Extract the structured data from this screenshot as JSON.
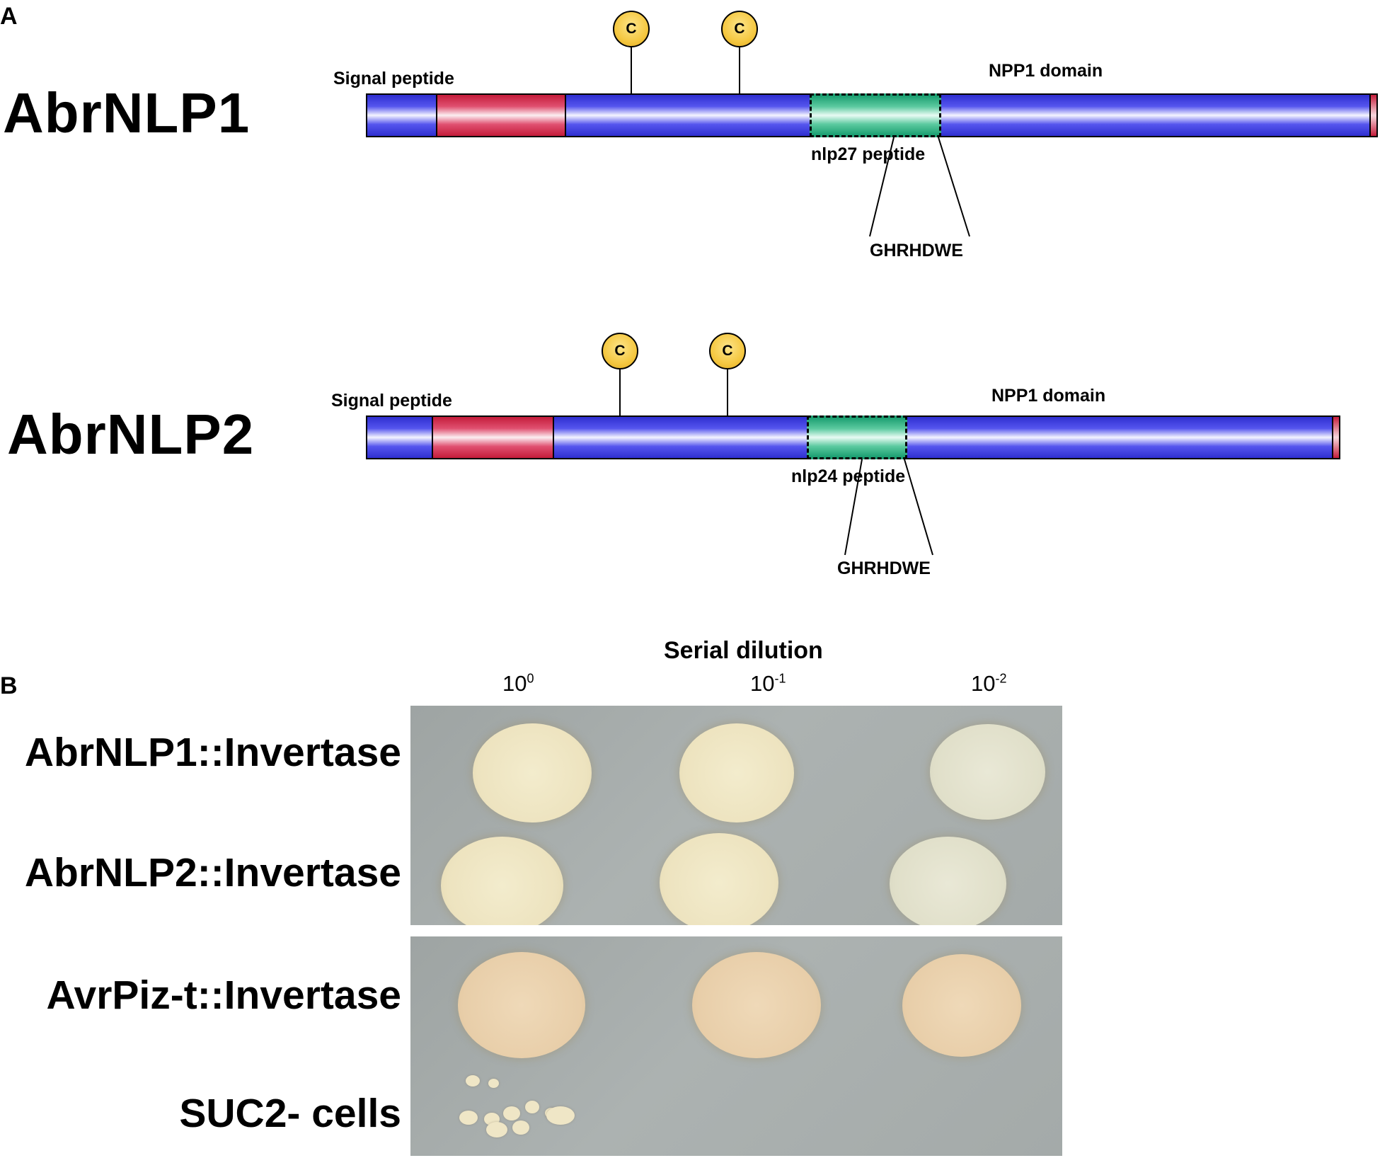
{
  "panel_a": {
    "label": "A",
    "proteins": [
      {
        "name": "AbrNLP1",
        "signal_label": "Signal peptide",
        "domain_label": "NPP1 domain",
        "cysteine_label": "C",
        "peptide_label": "nlp27 peptide",
        "motif": "GHRHDWE"
      },
      {
        "name": "AbrNLP2",
        "signal_label": "Signal peptide",
        "domain_label": "NPP1 domain",
        "cysteine_label": "C",
        "peptide_label": "nlp24 peptide",
        "motif": "GHRHDWE"
      }
    ]
  },
  "panel_b": {
    "label": "B",
    "axis_title": "Serial dilution",
    "dilutions": [
      {
        "base": "10",
        "exp": "0"
      },
      {
        "base": "10",
        "exp": "-1"
      },
      {
        "base": "10",
        "exp": "-2"
      }
    ],
    "strains": [
      "AbrNLP1::Invertase",
      "AbrNLP2::Invertase",
      "AvrPiz-t::Invertase",
      "SUC2- cells"
    ]
  }
}
